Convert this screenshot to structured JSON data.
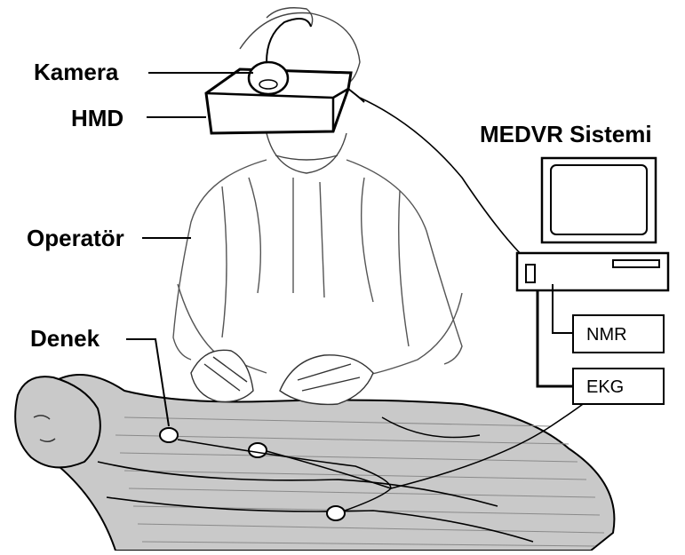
{
  "labels": {
    "camera": "Kamera",
    "hmd": "HMD",
    "operator": "Operatör",
    "subject": "Denek",
    "system": "MEDVR Sistemi"
  },
  "devices": {
    "nmr": "NMR",
    "ekg": "EKG"
  },
  "colors": {
    "ink": "#000000",
    "body_fill": "#c9c9c9",
    "background": "#ffffff"
  }
}
